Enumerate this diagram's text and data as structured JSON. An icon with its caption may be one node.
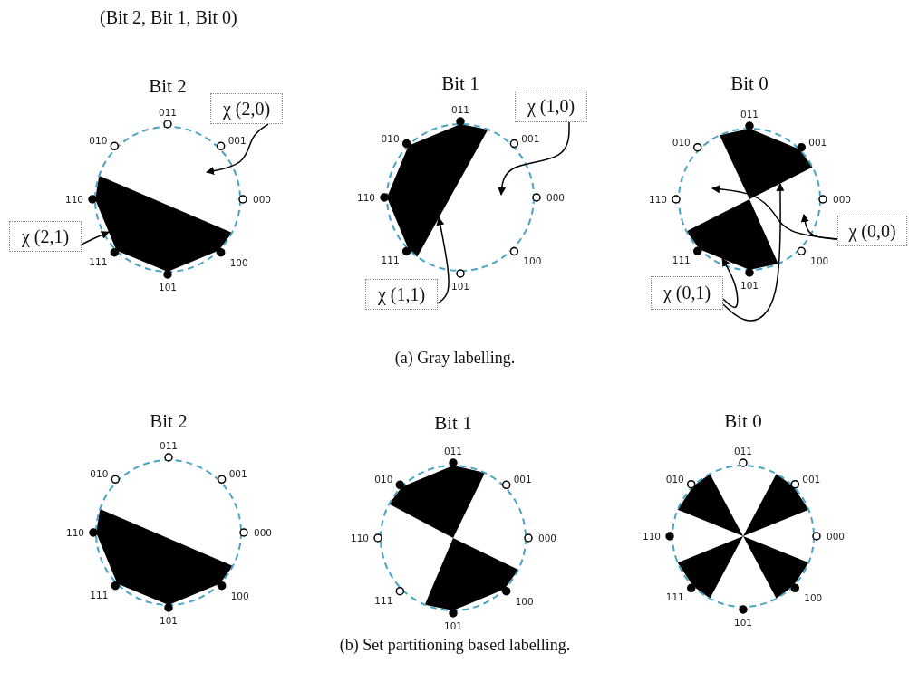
{
  "diagram": {
    "title": "(Bit 2, Bit 1, Bit 0)",
    "nodes": [
      {
        "text": [
          "χ (2,0)"
        ]
      },
      {
        "text": [
          "χ (2,1)"
        ]
      },
      {
        "text": [],
        "shape": "polygon"
      },
      {
        "text": [
          "χ (1,0)"
        ]
      },
      {
        "text": [
          "χ (1,1)"
        ]
      },
      {
        "text": [],
        "shape": "polygon"
      },
      {
        "text": [
          "χ (0,0)"
        ]
      },
      {
        "text": [
          "χ (0,1)"
        ]
      },
      {
        "text": [],
        "shape": "polygon"
      },
      {
        "text": [],
        "shape": "polygon"
      },
      {
        "text": [],
        "shape": "polygon"
      },
      {
        "text": [],
        "shape": "polygon"
      },
      {
        "text": [],
        "shape": "polygon"
      },
      {
        "text": [],
        "shape": "polygon"
      },
      {
        "text": [],
        "shape": "polygon"
      },
      {
        "text": [],
        "shape": "polygon"
      },
      {
        "text": [],
        "shape": "polygon"
      }
    ],
    "edges": [
      {
        "from": 0,
        "to": null,
        "arrow": "to"
      },
      {
        "from": 1,
        "to": 2,
        "arrow": "to"
      },
      {
        "from": 3,
        "to": null,
        "arrow": "to"
      },
      {
        "from": 4,
        "to": 5,
        "arrow": "to"
      },
      {
        "from": 6,
        "to": null,
        "arrow": "to"
      },
      {
        "from": 6,
        "to": null,
        "arrow": "to"
      },
      {
        "from": 7,
        "to": 9,
        "arrow": "to"
      },
      {
        "from": 7,
        "to": 8,
        "arrow": "to"
      }
    ],
    "labels": [
      "Bit 2",
      "011",
      "010",
      "001",
      "110",
      "000",
      "111",
      "100",
      "101",
      "Bit 1",
      "011",
      "010",
      "001",
      "110",
      "000",
      "111",
      "100",
      "101",
      "Bit 0",
      "011",
      "010",
      "001",
      "110",
      "000",
      "111",
      "100",
      "101",
      "(a) Gray labelling.",
      "Bit 2",
      "011",
      "010",
      "001",
      "110",
      "000",
      "111",
      "100",
      "101",
      "Bit 1",
      "011",
      "010",
      "001",
      "110",
      "000",
      "111",
      "100",
      "101",
      "Bit 0",
      "011",
      "010",
      "001",
      "110",
      "000",
      "111",
      "100",
      "101",
      "(b) Set partitioning based labelling."
    ]
  }
}
